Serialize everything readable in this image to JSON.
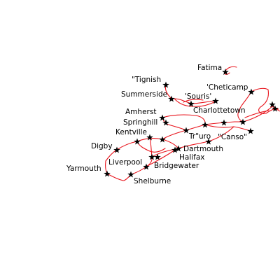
{
  "map": {
    "colors": {
      "route": "#e8141c",
      "marker": "#000000",
      "background": "#ffffff"
    },
    "marker_icon": "star-icon",
    "cities": [
      {
        "id": "fatima",
        "label": "Fatima"
      },
      {
        "id": "tignish",
        "label": "\"Tignish"
      },
      {
        "id": "cheticamp",
        "label": "'Cheticamp"
      },
      {
        "id": "summerside",
        "label": "Summerside"
      },
      {
        "id": "souris",
        "label": "'Souris'"
      },
      {
        "id": "charlottetown",
        "label": "Charlottetown"
      },
      {
        "id": "amherst",
        "label": "Amherst"
      },
      {
        "id": "springhill",
        "label": "Springhill"
      },
      {
        "id": "kentville",
        "label": "Kentville"
      },
      {
        "id": "truro",
        "label": "Tr\"uro"
      },
      {
        "id": "canso",
        "label": "\"Canso\""
      },
      {
        "id": "digby",
        "label": "Digby"
      },
      {
        "id": "dartmouth",
        "label": "Dartmouth"
      },
      {
        "id": "halifax",
        "label": "Halifax"
      },
      {
        "id": "liverpool",
        "label": "Liverpool"
      },
      {
        "id": "bridgewater",
        "label": "Bridgewater"
      },
      {
        "id": "yarmouth",
        "label": "Yarmouth"
      },
      {
        "id": "shelburne",
        "label": "Shelburne"
      }
    ]
  }
}
